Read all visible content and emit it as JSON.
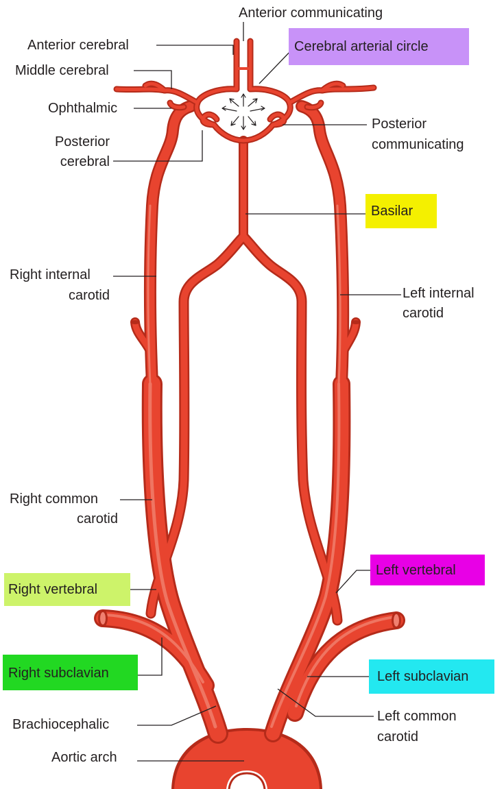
{
  "labels": {
    "anterior_communicating": "Anterior communicating",
    "anterior_cerebral": "Anterior cerebral",
    "cerebral_arterial_circle": "Cerebral arterial circle",
    "middle_cerebral": "Middle cerebral",
    "ophthalmic": "Ophthalmic",
    "posterior_communicating": [
      "Posterior",
      "communicating"
    ],
    "posterior_cerebral": [
      "Posterior",
      "cerebral"
    ],
    "basilar": "Basilar",
    "right_internal_carotid": [
      "Right internal",
      "carotid"
    ],
    "left_internal_carotid": [
      "Left internal",
      "carotid"
    ],
    "right_common_carotid": [
      "Right common",
      "carotid"
    ],
    "right_vertebral": "Right vertebral",
    "left_vertebral": "Left vertebral",
    "right_subclavian": "Right subclavian",
    "left_subclavian": "Left subclavian",
    "brachiocephalic": "Brachiocephalic",
    "left_common_carotid": [
      "Left common",
      "carotid"
    ],
    "aortic_arch": "Aortic arch"
  },
  "highlight_colors": {
    "cerebral_arterial_circle": "#c892f8",
    "basilar": "#f4f000",
    "left_vertebral": "#e800e6",
    "right_vertebral": "#cdf36a",
    "right_subclavian": "#22d822",
    "left_subclavian": "#23e8f0"
  },
  "colors": {
    "artery_fill": "#e8442f",
    "artery_outline": "#b52b1a",
    "artery_highlight": "#f28a78",
    "leader_line": "#231f20"
  }
}
